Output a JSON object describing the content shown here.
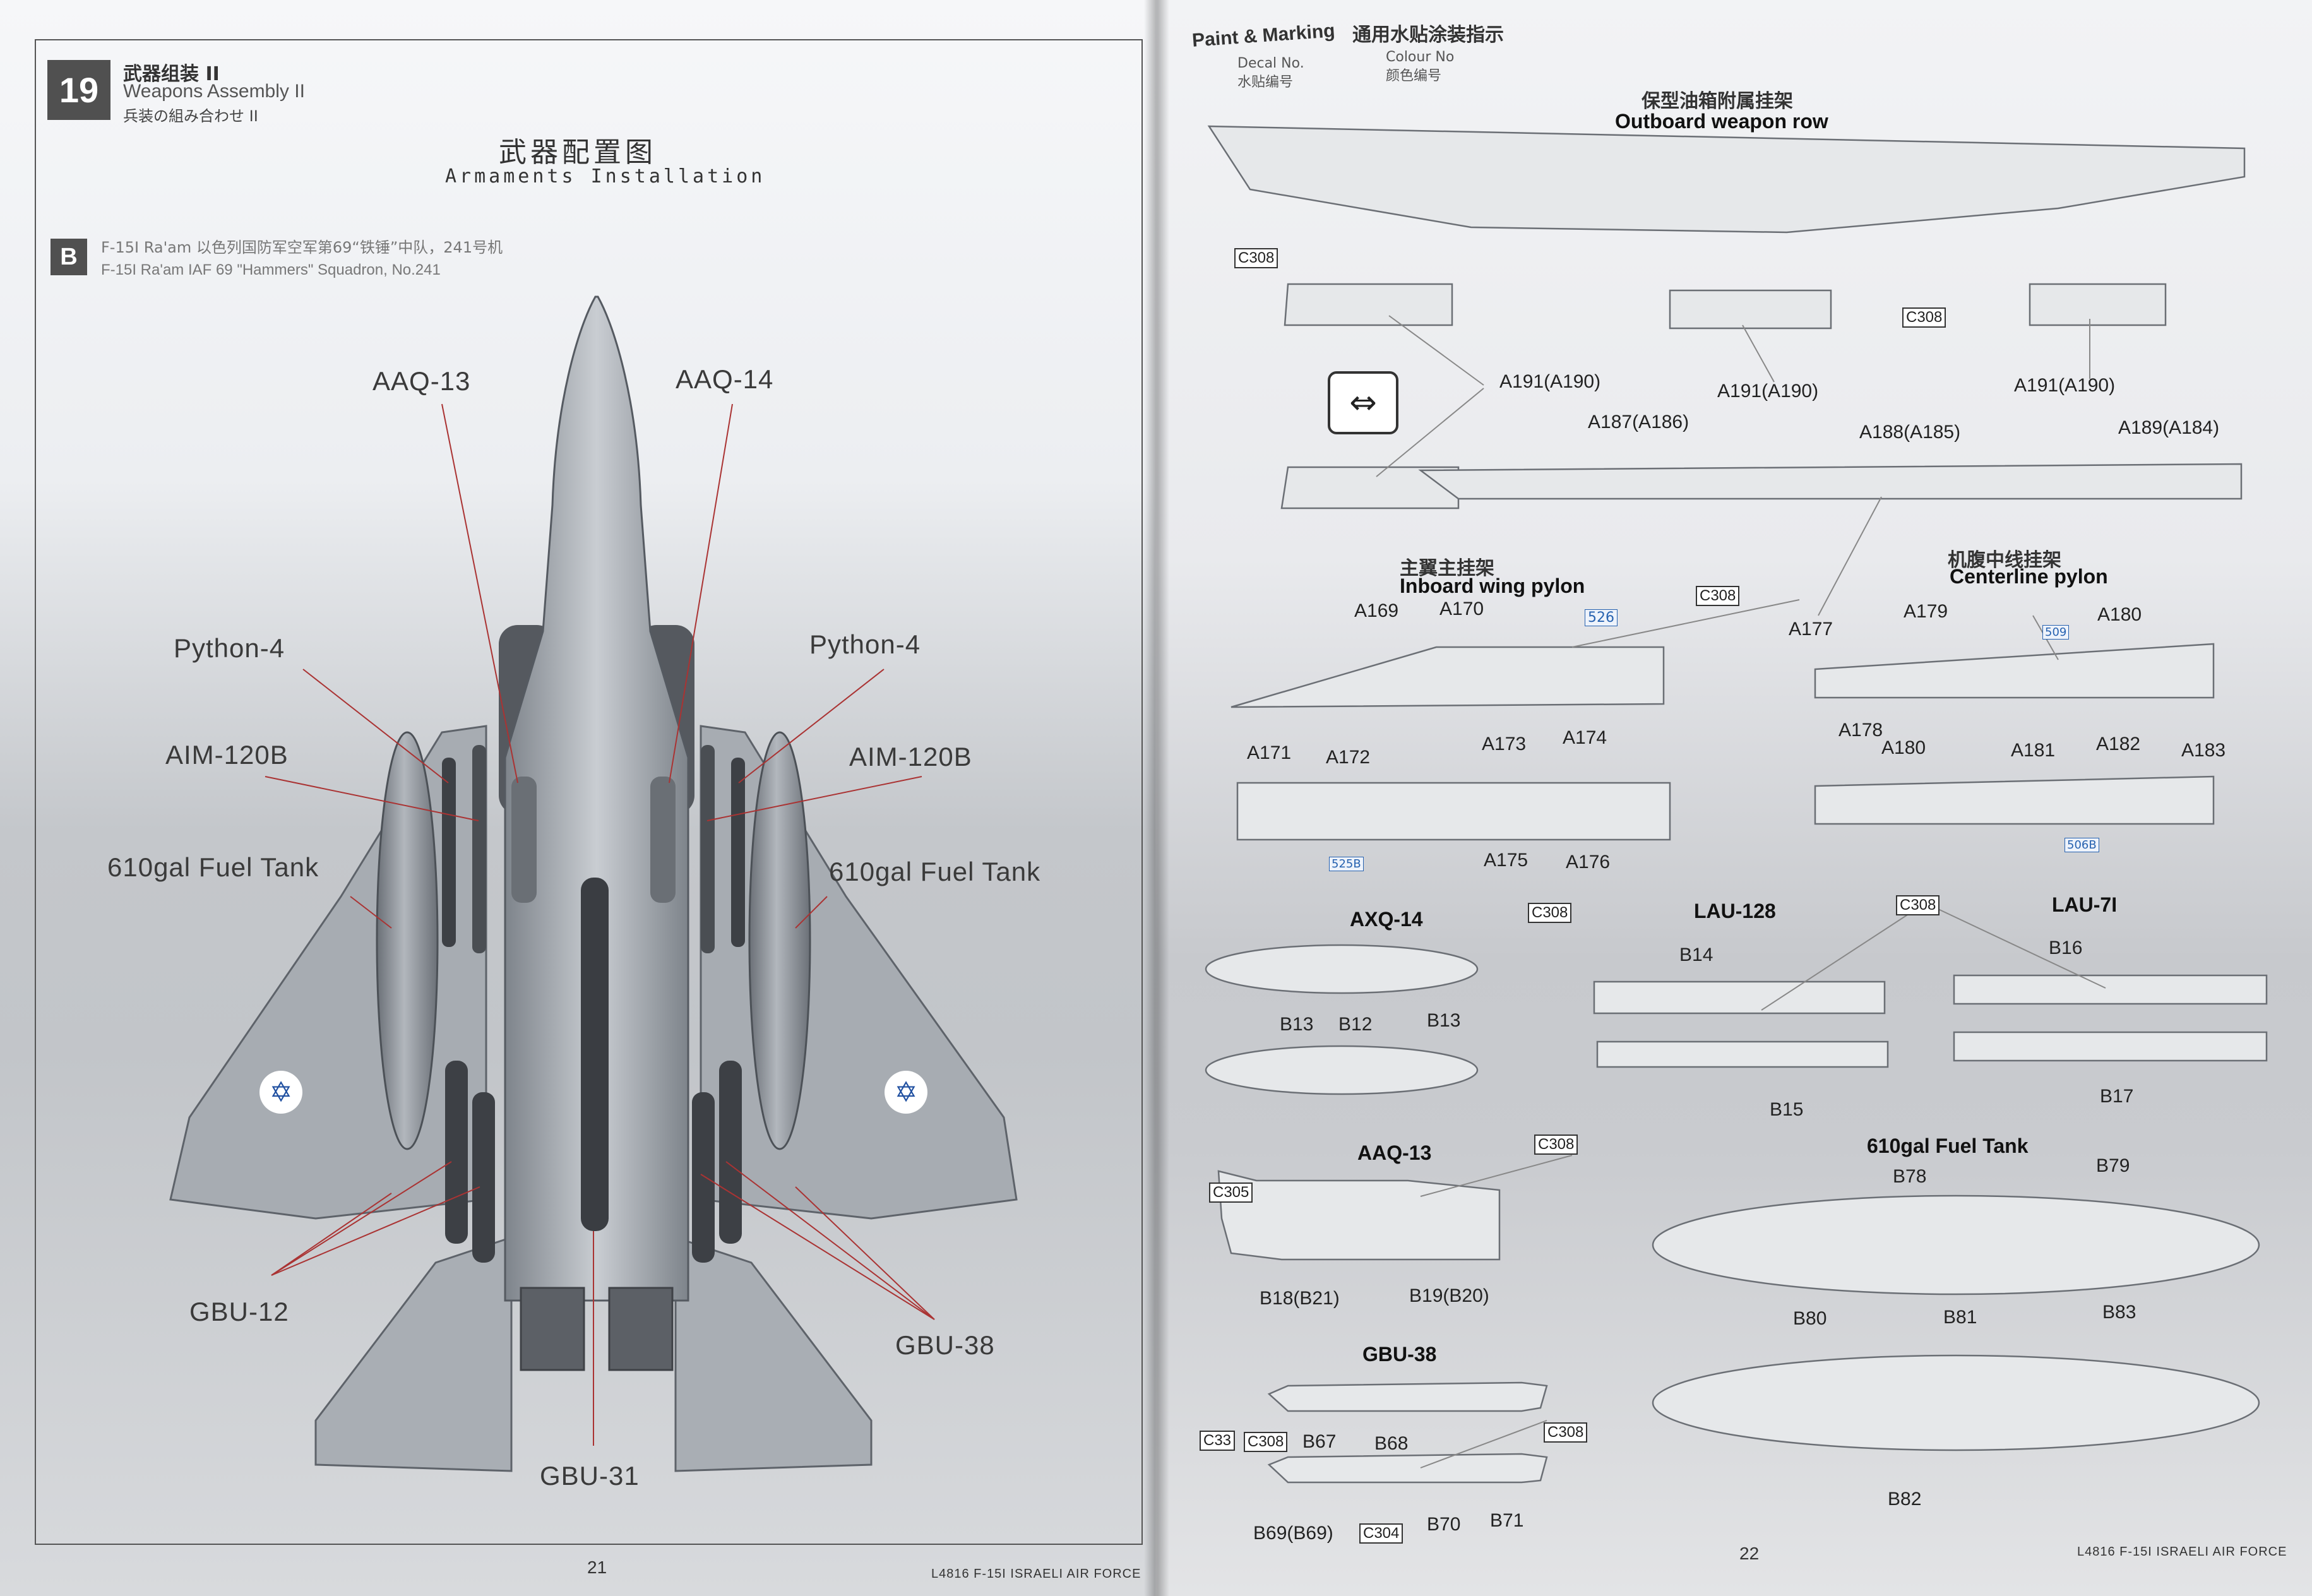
{
  "left_page": {
    "step_number": "19",
    "step_title_cn": "武器组装 II",
    "step_title_en": "Weapons Assembly II",
    "step_title_jp": "兵装の組み合わせ II",
    "section_title_cn": "武器配置图",
    "section_title_en": "Armaments Installation",
    "variant_badge": "B",
    "variant_cn": "F-15I Ra'am 以色列国防军空军第69“铁锤”中队，241号机",
    "variant_en": "F-15I Ra'am IAF 69 \"Hammers\" Squadron, No.241",
    "weapon_labels": {
      "aaq13": "AAQ-13",
      "aaq14": "AAQ-14",
      "python_left": "Python-4",
      "python_right": "Python-4",
      "aim_left": "AIM-120B",
      "aim_right": "AIM-120B",
      "tank_left": "610gal Fuel Tank",
      "tank_right": "610gal Fuel Tank",
      "gbu12": "GBU-12",
      "gbu38": "GBU-38",
      "gbu31": "GBU-31"
    },
    "page_number": "21",
    "footer": "L4816 F-15I ISRAELI AIR FORCE"
  },
  "right_page": {
    "legend_title_en": "Paint & Marking",
    "legend_title_cn": "通用水贴涂装指示",
    "legend_decal_en": "Decal No.",
    "legend_decal_cn": "水贴编号",
    "legend_colour_en": "Colour No",
    "legend_colour_cn": "颜色编号",
    "outboard_title_cn": "保型油箱附属挂架",
    "outboard_title_en": "Outboard weapon row",
    "inboard_title_cn": "主翼主挂架",
    "inboard_title_en": "Inboard wing pylon",
    "centerline_title_cn": "机腹中线挂架",
    "centerline_title_en": "Centerline pylon",
    "axq14": "AXQ-14",
    "lau128": "LAU-128",
    "lau7": "LAU-7I",
    "aaq13": "AAQ-13",
    "tank": "610gal Fuel Tank",
    "gbu38": "GBU-38",
    "colour_codes": {
      "c308": "C308",
      "c305": "C305",
      "c33": "C33",
      "c304": "C304"
    },
    "decals": {
      "a191a": "A191(A190)",
      "a191b": "A191(A190)",
      "a191c": "A191(A190)",
      "a187": "A187(A186)",
      "a188": "A188(A185)",
      "a189": "A189(A184)",
      "a169": "A169",
      "a170": "A170",
      "n526": "526",
      "a171": "A171",
      "a172": "A172",
      "a173": "A173",
      "a174": "A174",
      "a175": "A175",
      "a176": "A176",
      "n525b": "525B",
      "a177": "A177",
      "a179": "A179",
      "n509": "509",
      "a180a": "A180",
      "a178": "A178",
      "a180b": "A180",
      "a181": "A181",
      "a182": "A182",
      "a183": "A183",
      "n506b": "506B",
      "b13a": "B13",
      "b12": "B12",
      "b13b": "B13",
      "b14": "B14",
      "b15": "B15",
      "b16": "B16",
      "b17": "B17",
      "b18": "B18(B21)",
      "b19": "B19(B20)",
      "b78": "B78",
      "b79": "B79",
      "b80": "B80",
      "b81": "B81",
      "b83": "B83",
      "b82": "B82",
      "b67": "B67",
      "b68": "B68",
      "b69": "B69(B69)",
      "b70": "B70",
      "b71": "B71"
    },
    "page_number": "22",
    "footer": "L4816 F-15I ISRAELI AIR FORCE"
  }
}
